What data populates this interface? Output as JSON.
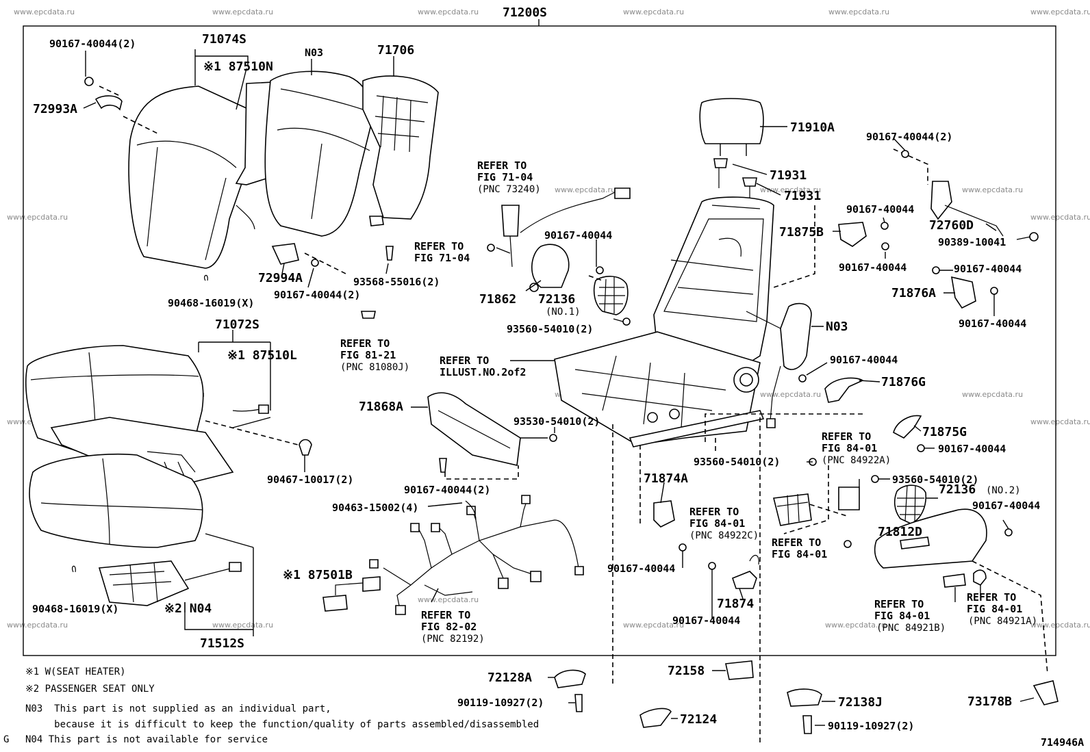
{
  "header": {
    "main_part": "71200S",
    "figure_code": "714946A",
    "corner_mark": "G"
  },
  "watermark": "www.epcdata.ru",
  "labels": {
    "l_71074S": "71074S",
    "l_90167_40044_2_a": "90167-40044(2)",
    "l_87510N": "※1 87510N",
    "l_N03_a": "N03",
    "l_71706": "71706",
    "l_72993A": "72993A",
    "l_72994A": "72994A",
    "l_90167_40044_2_b": "90167-40044(2)",
    "l_90468_16019_a": "90468-16019(X)",
    "l_93568_55016": "93568-55016(2)",
    "l_refer_71_04_a": "REFER TO",
    "l_refer_71_04_a2": "FIG 71-04",
    "l_refer_71_04_b": "REFER TO",
    "l_refer_71_04_b2": "FIG 71-04",
    "l_refer_71_04_b3": "(PNC 73240)",
    "l_90167_40044_c": "90167-40044",
    "l_71862": "71862",
    "l_72136_1": "72136",
    "l_72136_1b": "(NO.1)",
    "l_93560_54010_a": "93560-54010(2)",
    "l_refer_81_21": "REFER TO",
    "l_refer_81_21b": "FIG 81-21",
    "l_refer_81_21c": "(PNC 81080J)",
    "l_71910A": "71910A",
    "l_71931_a": "71931",
    "l_71931_b": "71931",
    "l_90167_40044_2_c": "90167-40044(2)",
    "l_90167_40044_d": "90167-40044",
    "l_71875B": "71875B",
    "l_72760D": "72760D",
    "l_90389_10041": "90389-10041",
    "l_90167_40044_e": "90167-40044",
    "l_90167_40044_f": "90167-40044",
    "l_71876A": "71876A",
    "l_90167_40044_g": "90167-40044",
    "l_N03_b": "N03",
    "l_71072S": "71072S",
    "l_87510L": "※1 87510L",
    "l_refer_illust": "REFER TO",
    "l_refer_illust2": "ILLUST.NO.2of2",
    "l_90167_40044_h": "90167-40044",
    "l_71876G": "71876G",
    "l_71868A": "71868A",
    "l_93530_54010": "93530-54010(2)",
    "l_90467_10017": "90467-10017(2)",
    "l_90167_40044_2_d": "90167-40044(2)",
    "l_71875G": "71875G",
    "l_refer_84_01_a": "REFER TO",
    "l_refer_84_01_a2": "FIG 84-01",
    "l_refer_84_01_a3": "(PNC 84922A)",
    "l_90167_40044_i": "90167-40044",
    "l_93560_54010_b": "93560-54010(2)",
    "l_93560_54010_c": "93560-54010(2)",
    "l_72136_2": "72136",
    "l_72136_2b": "(NO.2)",
    "l_71874A": "71874A",
    "l_90463_15002": "90463-15002(4)",
    "l_refer_84_01_b": "REFER TO",
    "l_refer_84_01_b2": "FIG 84-01",
    "l_refer_84_01_b3": "(PNC 84922C)",
    "l_refer_84_01_c": "REFER TO",
    "l_refer_84_01_c2": "FIG 84-01",
    "l_90167_40044_j": "90167-40044",
    "l_71812D": "71812D",
    "l_90167_40044_k": "90167-40044",
    "l_87501B": "※1 87501B",
    "l_90468_16019_b": "90468-16019(X)",
    "l_N04": "※2 N04",
    "l_71512S": "71512S",
    "l_refer_82_02": "REFER TO",
    "l_refer_82_02b": "FIG 82-02",
    "l_refer_82_02c": "(PNC 82192)",
    "l_71874": "71874",
    "l_90167_40044_l": "90167-40044",
    "l_refer_84_01_d": "REFER TO",
    "l_refer_84_01_d2": "FIG 84-01",
    "l_refer_84_01_d3": "(PNC 84921B)",
    "l_refer_84_01_e": "REFER TO",
    "l_refer_84_01_e2": "FIG 84-01",
    "l_refer_84_01_e3": "(PNC 84921A)",
    "l_72128A": "72128A",
    "l_90119_10927_a": "90119-10927(2)",
    "l_72158": "72158",
    "l_72124": "72124",
    "l_72138J": "72138J",
    "l_90119_10927_b": "90119-10927(2)",
    "l_73178B": "73178B"
  },
  "notes": [
    "※1 W(SEAT HEATER)",
    "※2 PASSENGER SEAT ONLY",
    "N03  This part is not supplied as an individual part,",
    "     because it is difficult to keep the function/quality of parts assembled/disassembled",
    "N04  This part is not available for service"
  ]
}
